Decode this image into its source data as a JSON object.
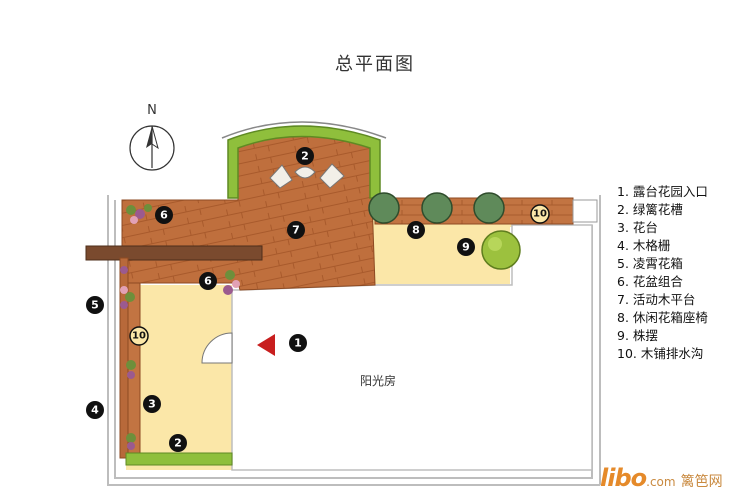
{
  "title": "总平面图",
  "north_label": "N",
  "room_label": "阳光房",
  "legend": [
    "1. 露台花园入口",
    "2. 绿篱花槽",
    "3. 花台",
    "4. 木格栅",
    "5. 凌霄花箱",
    "6. 花盆组合",
    "7. 活动木平台",
    "8. 休闲花箱座椅",
    "9. 株摆",
    "10. 木铺排水沟"
  ],
  "markers": {
    "m1": "1",
    "m2a": "2",
    "m2b": "2",
    "m3": "3",
    "m4": "4",
    "m5": "5",
    "m6a": "6",
    "m6b": "6",
    "m7": "7",
    "m8": "8",
    "m9": "9",
    "m10a": "10",
    "m10b": "10"
  },
  "watermark": {
    "brand": "libo",
    "domain": ".com",
    "cn": "篱笆网"
  },
  "colors": {
    "wood": "#b8693a",
    "yellow_floor": "#fbe7a8",
    "hedge": "#8fbf3c",
    "arrow": "#c81e1e"
  }
}
